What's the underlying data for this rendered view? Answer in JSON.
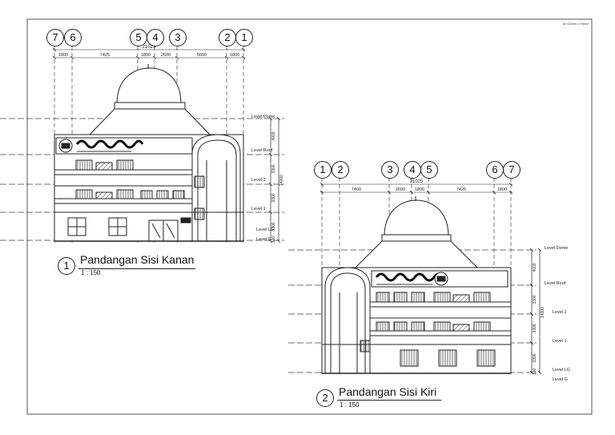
{
  "sheet": {
    "size_note": "A3 420mm x 279mm"
  },
  "views": [
    {
      "number": "1",
      "title": "Pandangan Sisi Kanan",
      "scale": "1 : 150",
      "grid_labels": [
        "7",
        "6",
        "5",
        "4",
        "3",
        "2",
        "1"
      ],
      "dimension_total": "21025",
      "dimensions": [
        "1800",
        "7425",
        "1800",
        "2600",
        "5600",
        "1800"
      ],
      "levels": [
        "Level Dome",
        "Level Roof",
        "Level 2",
        "Level 1",
        "Level LG",
        "Level G"
      ],
      "vertical_dimensions": [
        "4000",
        "3300",
        "3300",
        "3300",
        "100"
      ],
      "vertical_total": "14000"
    },
    {
      "number": "2",
      "title": "Pandangan Sisi Kiri",
      "scale": "1 : 150",
      "grid_labels": [
        "1",
        "2",
        "3",
        "4",
        "5",
        "6",
        "7"
      ],
      "dimension_total": "21025",
      "dimensions": [
        "7400",
        "2600",
        "1800",
        "7425",
        "1800"
      ],
      "levels": [
        "Level Dome",
        "Level Roof",
        "Level 2",
        "Level 1",
        "Level LG",
        "Level G"
      ],
      "vertical_dimensions": [
        "4000",
        "3300",
        "3300",
        "3300",
        "100"
      ],
      "vertical_total": "14000"
    }
  ]
}
